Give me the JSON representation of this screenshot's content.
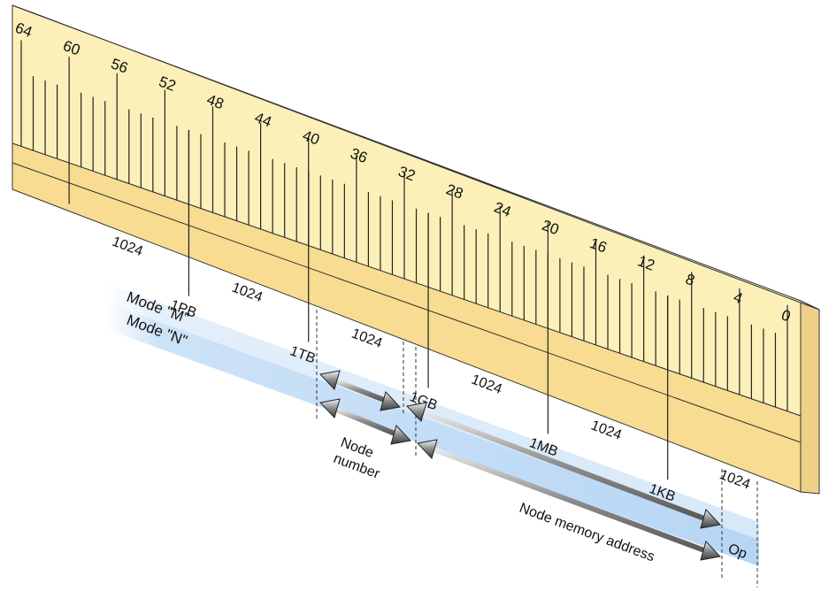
{
  "colors": {
    "ruler_top": "#fcf0b8",
    "ruler_front": "#f7dc92",
    "ruler_end": "#efd089",
    "band_m": "#d7e8f8",
    "band_n": "#b7d6f4",
    "arrow_shaft": "#9a9a9a",
    "ink": "#111111"
  },
  "icons": {
    "arrow": "double-headed-cone-arrow"
  },
  "ruler": {
    "bit_labels": [
      "64",
      "60",
      "56",
      "52",
      "48",
      "44",
      "40",
      "36",
      "32",
      "28",
      "24",
      "20",
      "16",
      "12",
      "8",
      "4",
      "0"
    ],
    "step_label": "1024",
    "size_labels": [
      "1PB",
      "1TB",
      "1GB",
      "1MB",
      "1KB"
    ]
  },
  "modes": {
    "m_label": "Mode \"M\"",
    "n_label": "Mode \"N\""
  },
  "fields": {
    "node_number_line1": "Node",
    "node_number_line2": "number",
    "node_memory_address": "Node memory address",
    "op": "Op"
  }
}
